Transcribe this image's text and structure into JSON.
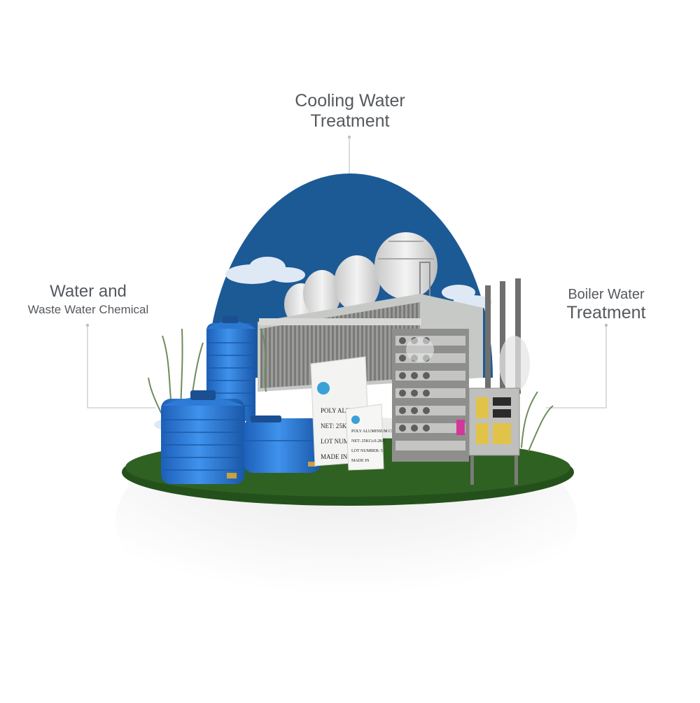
{
  "hotspots": [
    {
      "id": "cooling",
      "lines": [
        "Cooling Water",
        "Treatment"
      ]
    },
    {
      "id": "water",
      "lines": [
        "Water and",
        "Waste Water Chemical"
      ]
    },
    {
      "id": "boiler",
      "lines": [
        "Boiler Water",
        "Treatment"
      ]
    }
  ],
  "bags": [
    {
      "lines": [
        "POLY ALUMINIUM",
        "NET: 25KG",
        "LOT NUMBER: 5",
        "MADE IN"
      ]
    },
    {
      "lines": [
        "POLY ALUMINIUM CHLORIDE",
        "NET: 25KG±0.2KG",
        "LOT NUMBER: 5",
        "MADE IN"
      ]
    }
  ],
  "colors": {
    "sky": "#1c5a96",
    "label": "#55595e",
    "connector": "#c9c9c9",
    "grass": "#2e5d20",
    "tank": "#2f7ed8",
    "steel": "#a9aba8"
  }
}
